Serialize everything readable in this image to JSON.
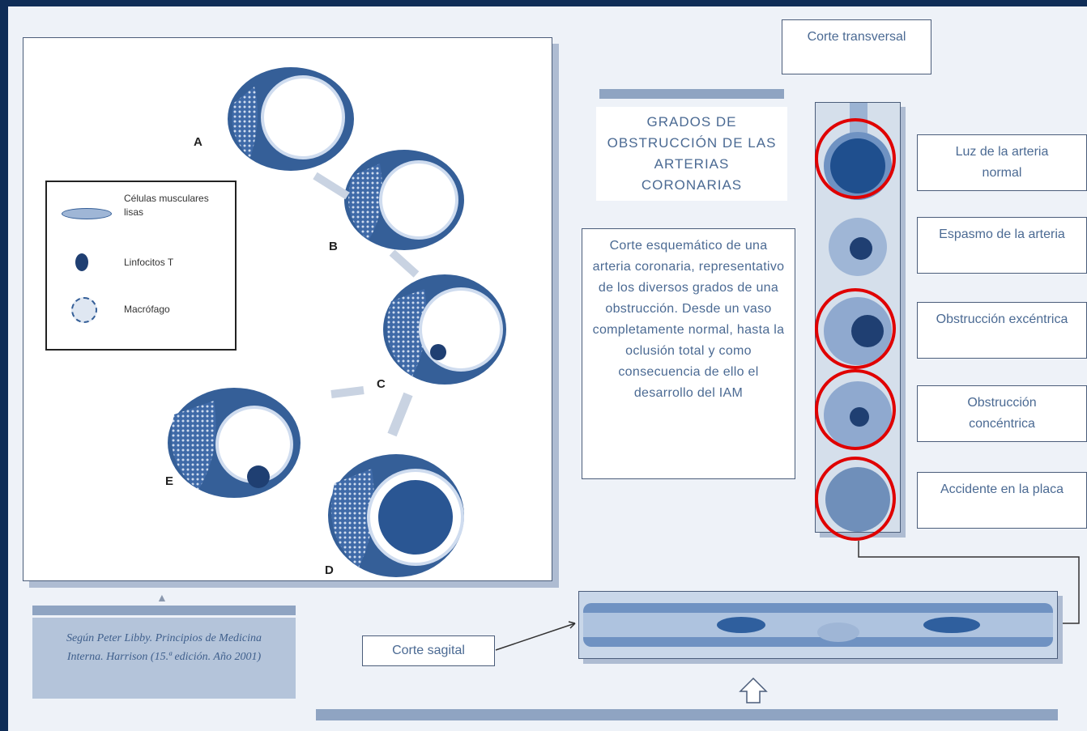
{
  "diagram": {
    "stage_labels": [
      "A",
      "B",
      "C",
      "D",
      "E"
    ],
    "legend": [
      {
        "name": "smooth-muscle-cell-icon",
        "label": "Células musculares lisas"
      },
      {
        "name": "t-lymphocyte-icon",
        "label": "Linfocitos T"
      },
      {
        "name": "macrophage-icon",
        "label": "Macrófago"
      }
    ],
    "source_citation": "Según Peter Libby. Principios de Medicina Interna. Harrison (15.ª edición. Año 2001)"
  },
  "right": {
    "title": "GRADOS DE OBSTRUCCIÓN DE LAS ARTERIAS CORONARIAS",
    "description": "Corte esquemático de una arteria coronaria, representativo de los diversos grados de una obstrucción. Desde un vaso completamente normal, hasta la oclusión total y como consecuencia de ello el desarrollo del IAM",
    "cross_section_label": "Corte transversal",
    "sagittal_label": "Corte sagital",
    "grades": [
      {
        "label": "Luz de la arteria normal",
        "highlighted": true
      },
      {
        "label": "Espasmo de la arteria",
        "highlighted": false
      },
      {
        "label": "Obstrucción excéntrica",
        "highlighted": true
      },
      {
        "label": "Obstrucción concéntrica",
        "highlighted": true
      },
      {
        "label": "Accidente en la placa",
        "highlighted": true
      }
    ]
  },
  "colors": {
    "frame": "#0f2d57",
    "artery": "#2f5f9e",
    "highlight": "#e00000"
  }
}
